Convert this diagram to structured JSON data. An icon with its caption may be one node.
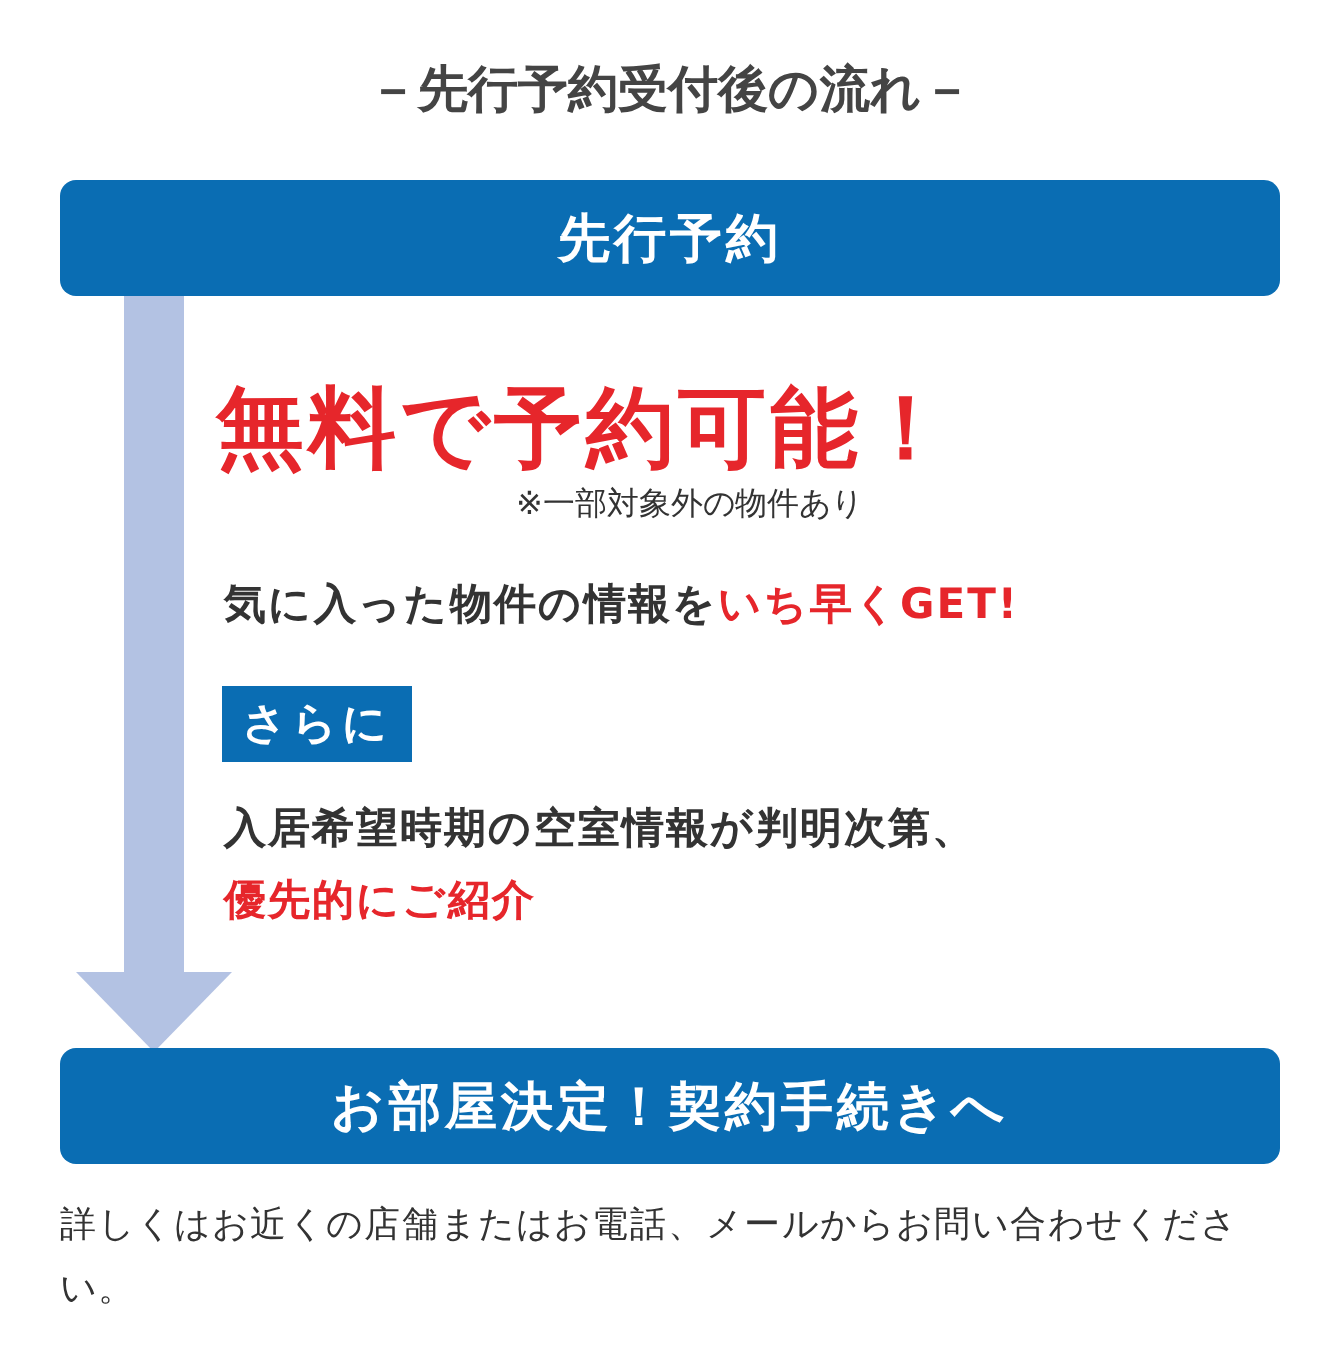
{
  "diagram": {
    "title": "－先行予約受付後の流れ－",
    "nodes": [
      {
        "text": [
          "先行予約"
        ]
      },
      {
        "text": [
          "さらに"
        ]
      },
      {
        "text": [
          "お部屋決定！契約手続きへ"
        ]
      }
    ],
    "edges": [
      {
        "from": 0,
        "to": 2,
        "arrow": "to"
      }
    ],
    "labels": [
      "無料で予約可能！",
      "※一部対象外の物件あり",
      "気に入った物件の情報を**いち早くGET!**",
      "入居希望時期の空室情報が判明次第、**優先的にご紹介**",
      "詳しくはお近くの店舗またはお電話、メールからお問い合わせください。"
    ]
  }
}
